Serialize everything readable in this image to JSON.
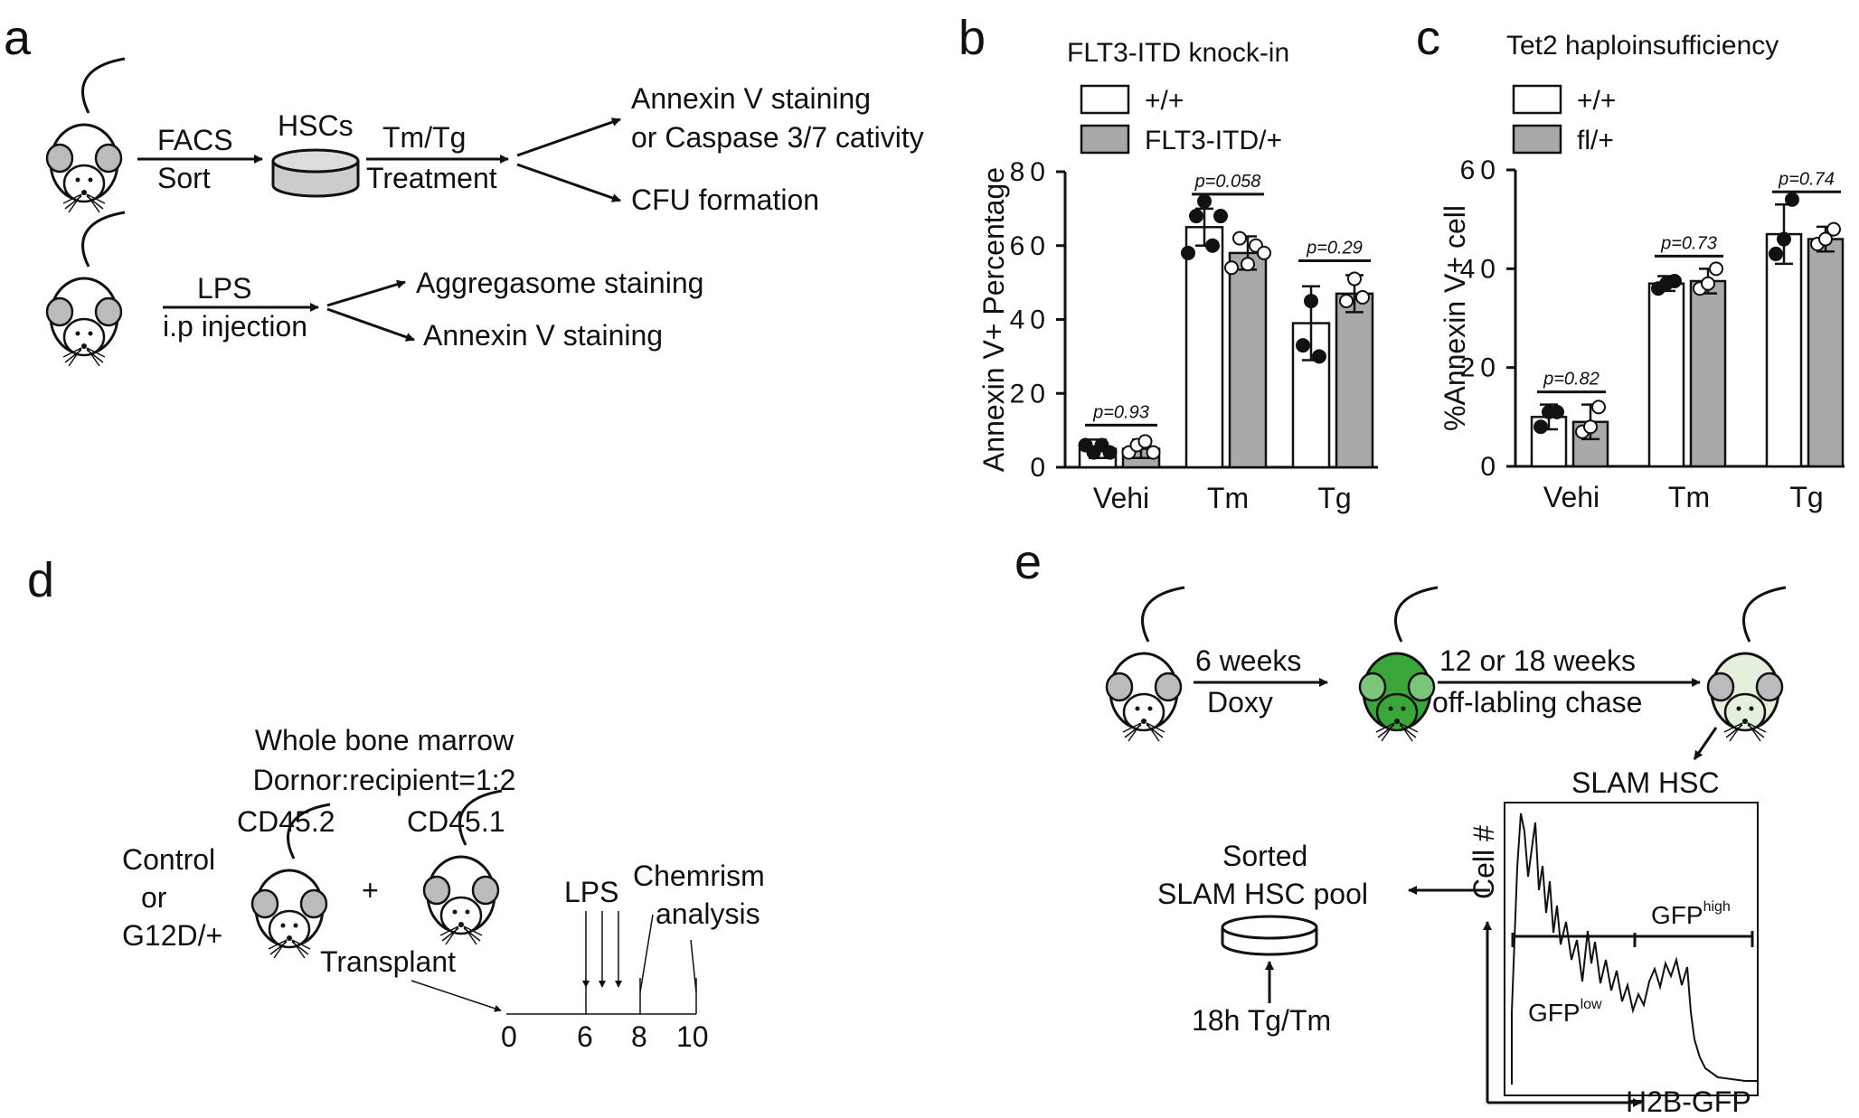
{
  "panel_labels": {
    "a": "a",
    "b": "b",
    "c": "c",
    "d": "d",
    "e": "e"
  },
  "panel_a": {
    "facs": "FACS",
    "sort": "Sort",
    "hscs": "HSCs",
    "tmtg": "Tm/Tg",
    "treatment": "Treatment",
    "out1_line1": "Annexin V staining",
    "out1_line2": "or Caspase 3/7 cativity",
    "out2": "CFU formation",
    "lps": "LPS",
    "ip": "i.p injection",
    "out3": "Aggregasome staining",
    "out4": "Annexin V staining"
  },
  "panel_d": {
    "title1": "Whole bone marrow",
    "title2": "Dornor:recipient=1:2",
    "cd452": "CD45.2",
    "cd451": "CD45.1",
    "control": "Control",
    "or": "or",
    "g12d": "G12D/+",
    "plus": "+",
    "transplant": "Transplant",
    "lps": "LPS",
    "chem1": "Chemrism",
    "chem2": "analysis",
    "t0": "0",
    "t6": "6",
    "t8": "8",
    "t10": "10"
  },
  "panel_e": {
    "six_weeks": "6 weeks",
    "doxy": "Doxy",
    "chase1": "12 or 18 weeks",
    "chase2": "off-labling chase",
    "slam": "SLAM HSC",
    "sorted1": "Sorted",
    "sorted2": "SLAM HSC pool",
    "treat": "18h Tg/Tm",
    "ylabel": "Cell #",
    "xlabel": "H2B-GFP",
    "gfp_high": "GFP",
    "gfp_high_sup": "high",
    "gfp_low": "GFP",
    "gfp_low_sup": "low"
  },
  "colors": {
    "open_bar": "#ffffff",
    "gray_bar": "#a9a9a9",
    "mouse_green": "#3aa63a",
    "mouse_light_green": "#e3f0dc"
  },
  "chart_data": [
    {
      "type": "bar",
      "title": "FLT3-ITD knock-in",
      "ylabel": "Annexin V+ Percentage",
      "xlabel": "",
      "ylim": [
        0,
        80
      ],
      "yticks": [
        "0",
        "20",
        "40",
        "60",
        "80"
      ],
      "categories": [
        "Vehi",
        "Tm",
        "Tg"
      ],
      "legend_position": "top",
      "series": [
        {
          "name": "+/+",
          "values": [
            5,
            65,
            39
          ],
          "errors": [
            2.5,
            5,
            10
          ],
          "points": [
            [
              6,
              4,
              6,
              4
            ],
            [
              58,
              68,
              72,
              60,
              68
            ],
            [
              33,
              45,
              30
            ]
          ]
        },
        {
          "name": "FLT3-ITD/+",
          "values": [
            5,
            58,
            47
          ],
          "errors": [
            2.5,
            4.5,
            5
          ],
          "points": [
            [
              4,
              6,
              7,
              4
            ],
            [
              54,
              62,
              55,
              60,
              58
            ],
            [
              45,
              51,
              46
            ]
          ]
        }
      ],
      "annotations": [
        "p=0.93",
        "p=0.058",
        "p=0.29"
      ]
    },
    {
      "type": "bar",
      "title": "Tet2 haploinsufficiency",
      "ylabel": "%Annexin V+ cell",
      "xlabel": "",
      "ylim": [
        0,
        60
      ],
      "yticks": [
        "0",
        "20",
        "40",
        "60"
      ],
      "categories": [
        "Vehi",
        "Tm",
        "Tg"
      ],
      "legend_position": "top",
      "series": [
        {
          "name": "+/+",
          "values": [
            10,
            37,
            47
          ],
          "errors": [
            2.5,
            1.5,
            6
          ],
          "points": [
            [
              8,
              11,
              11
            ],
            [
              36,
              37,
              37.5
            ],
            [
              43,
              46,
              54
            ]
          ]
        },
        {
          "name": "fl/+",
          "values": [
            9,
            37.5,
            46
          ],
          "errors": [
            3.5,
            2.5,
            2.5
          ],
          "points": [
            [
              7,
              8,
              12
            ],
            [
              36,
              37,
              40
            ],
            [
              45,
              46,
              48
            ]
          ]
        }
      ],
      "annotations": [
        "p=0.82",
        "p=0.73",
        "p=0.74"
      ]
    }
  ]
}
